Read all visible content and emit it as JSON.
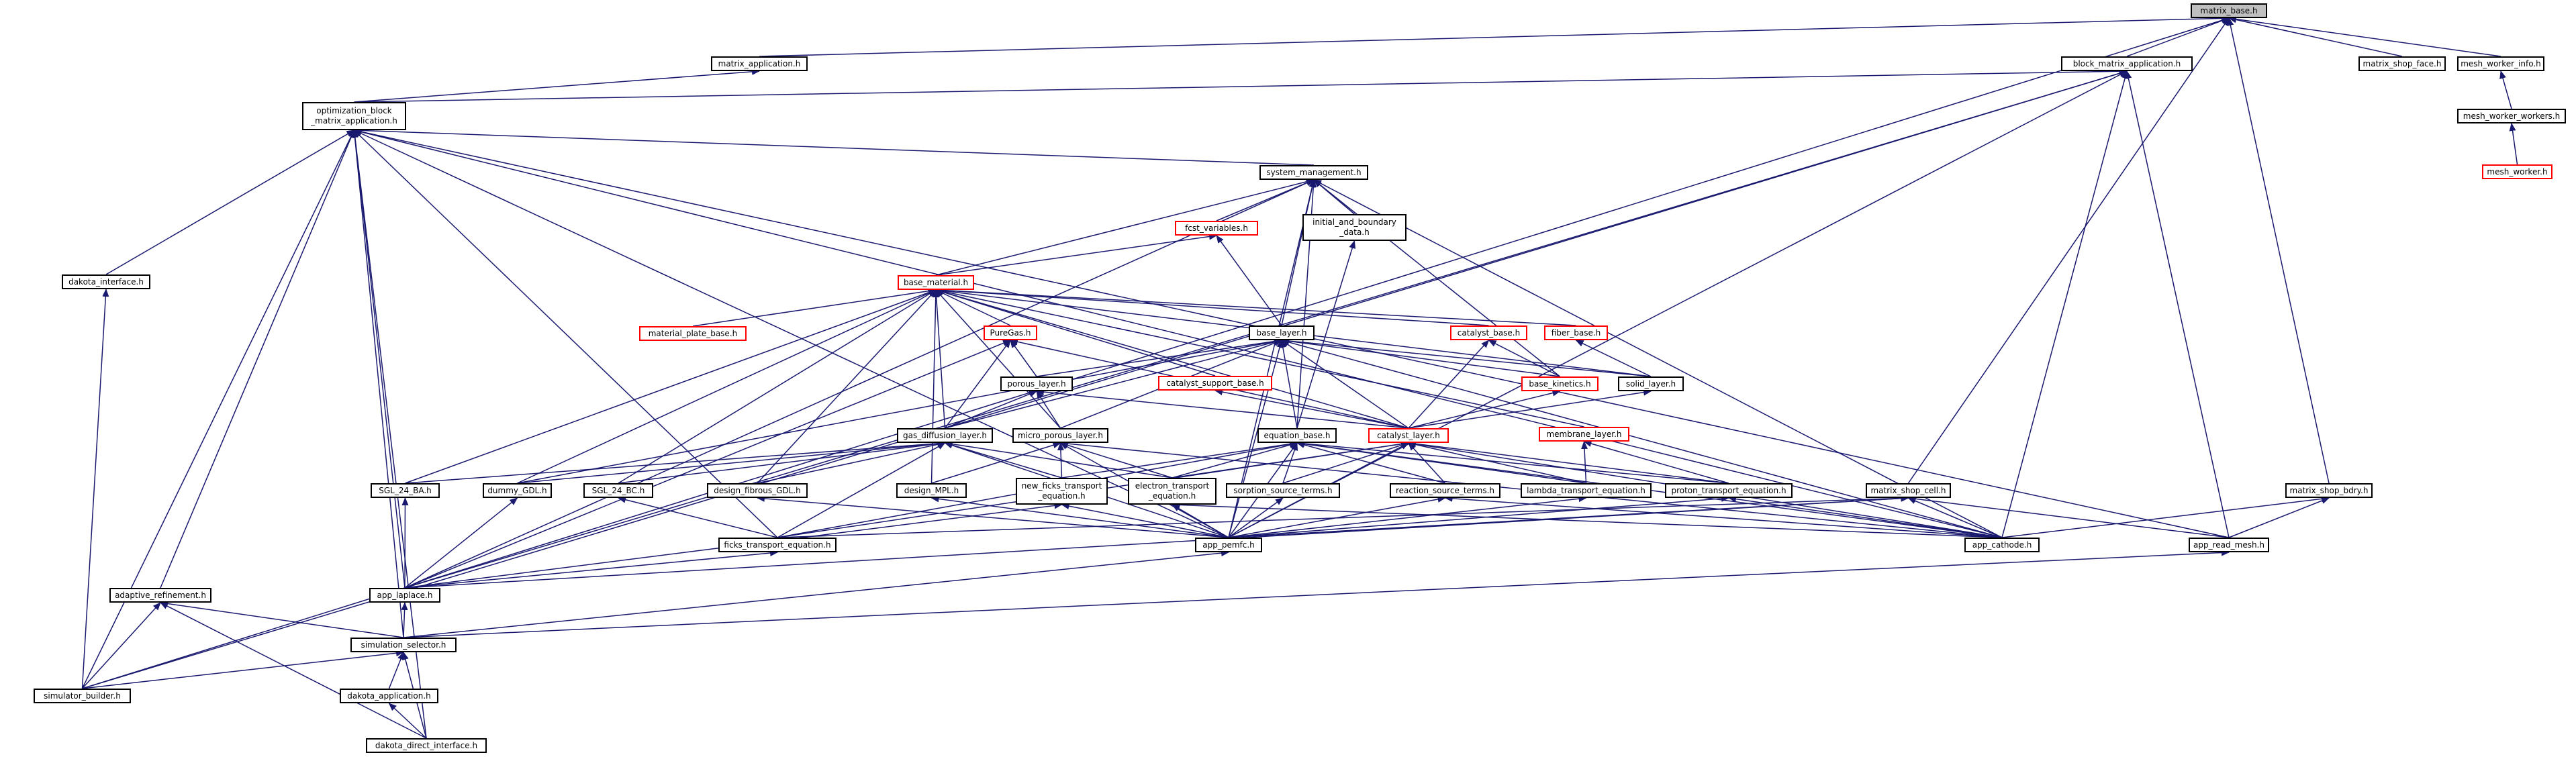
{
  "diagram": {
    "type": "include-dependency-graph",
    "colors": {
      "edge": "#191970",
      "node_border": "#000000",
      "missing_node_border": "#ff0000",
      "root_fill": "#bfbfbf",
      "background": "#ffffff"
    },
    "nodes": [
      {
        "id": "matrix_base",
        "label": "matrix_base.h",
        "style": "root"
      },
      {
        "id": "matrix_application",
        "label": "matrix_application.h"
      },
      {
        "id": "block_matrix_application",
        "label": "block_matrix_application.h"
      },
      {
        "id": "matrix_shop_face",
        "label": "matrix_shop_face.h"
      },
      {
        "id": "mesh_worker_info",
        "label": "mesh_worker_info.h"
      },
      {
        "id": "mesh_worker_workers",
        "label": "mesh_worker_workers.h"
      },
      {
        "id": "mesh_worker",
        "label": "mesh_worker.h",
        "style": "red"
      },
      {
        "id": "optimization_block",
        "label": "optimization_block\n_matrix_application.h"
      },
      {
        "id": "system_management",
        "label": "system_management.h"
      },
      {
        "id": "fcst_variables",
        "label": "fcst_variables.h",
        "style": "red"
      },
      {
        "id": "initial_and_boundary",
        "label": "initial_and_boundary\n_data.h"
      },
      {
        "id": "dakota_interface",
        "label": "dakota_interface.h"
      },
      {
        "id": "base_material",
        "label": "base_material.h",
        "style": "red"
      },
      {
        "id": "material_plate_base",
        "label": "material_plate_base.h",
        "style": "red"
      },
      {
        "id": "catalyst_base",
        "label": "catalyst_base.h",
        "style": "red"
      },
      {
        "id": "fiber_base",
        "label": "fiber_base.h",
        "style": "red"
      },
      {
        "id": "PureGas",
        "label": "PureGas.h",
        "style": "red"
      },
      {
        "id": "base_layer",
        "label": "base_layer.h"
      },
      {
        "id": "catalyst_support_base",
        "label": "catalyst_support_base.h",
        "style": "red"
      },
      {
        "id": "base_kinetics",
        "label": "base_kinetics.h",
        "style": "red"
      },
      {
        "id": "solid_layer",
        "label": "solid_layer.h"
      },
      {
        "id": "porous_layer",
        "label": "porous_layer.h"
      },
      {
        "id": "membrane_layer",
        "label": "membrane_layer.h",
        "style": "red"
      },
      {
        "id": "gas_diffusion_layer",
        "label": "gas_diffusion_layer.h"
      },
      {
        "id": "micro_porous_layer",
        "label": "micro_porous_layer.h"
      },
      {
        "id": "equation_base",
        "label": "equation_base.h"
      },
      {
        "id": "catalyst_layer",
        "label": "catalyst_layer.h",
        "style": "red"
      },
      {
        "id": "SGL_24_BA",
        "label": "SGL_24_BA.h"
      },
      {
        "id": "dummy_GDL",
        "label": "dummy_GDL.h"
      },
      {
        "id": "SGL_24_BC",
        "label": "SGL_24_BC.h"
      },
      {
        "id": "design_fibrous_GDL",
        "label": "design_fibrous_GDL.h"
      },
      {
        "id": "design_MPL",
        "label": "design_MPL.h"
      },
      {
        "id": "new_ficks_transport",
        "label": "new_ficks_transport\n_equation.h"
      },
      {
        "id": "electron_transport",
        "label": "electron_transport\n_equation.h"
      },
      {
        "id": "sorption_source_terms",
        "label": "sorption_source_terms.h"
      },
      {
        "id": "reaction_source_terms",
        "label": "reaction_source_terms.h"
      },
      {
        "id": "lambda_transport",
        "label": "lambda_transport_equation.h"
      },
      {
        "id": "proton_transport",
        "label": "proton_transport_equation.h"
      },
      {
        "id": "matrix_shop_cell",
        "label": "matrix_shop_cell.h"
      },
      {
        "id": "matrix_shop_bdry",
        "label": "matrix_shop_bdry.h"
      },
      {
        "id": "ficks_transport",
        "label": "ficks_transport_equation.h"
      },
      {
        "id": "app_pemfc",
        "label": "app_pemfc.h"
      },
      {
        "id": "app_cathode",
        "label": "app_cathode.h"
      },
      {
        "id": "app_read_mesh",
        "label": "app_read_mesh.h"
      },
      {
        "id": "adaptive_refinement",
        "label": "adaptive_refinement.h"
      },
      {
        "id": "app_laplace",
        "label": "app_laplace.h"
      },
      {
        "id": "simulation_selector",
        "label": "simulation_selector.h"
      },
      {
        "id": "simulator_builder",
        "label": "simulator_builder.h"
      },
      {
        "id": "dakota_application",
        "label": "dakota_application.h"
      },
      {
        "id": "dakota_direct_interface",
        "label": "dakota_direct_interface.h"
      }
    ],
    "edges": [
      [
        "matrix_application",
        "matrix_base"
      ],
      [
        "block_matrix_application",
        "matrix_base"
      ],
      [
        "matrix_shop_face",
        "matrix_base"
      ],
      [
        "mesh_worker_info",
        "matrix_base"
      ],
      [
        "matrix_shop_cell",
        "matrix_base"
      ],
      [
        "matrix_shop_bdry",
        "matrix_base"
      ],
      [
        "simulator_builder",
        "matrix_base"
      ],
      [
        "mesh_worker_workers",
        "mesh_worker_info"
      ],
      [
        "mesh_worker",
        "mesh_worker_workers"
      ],
      [
        "optimization_block",
        "matrix_application"
      ],
      [
        "optimization_block",
        "block_matrix_application"
      ],
      [
        "simulator_builder",
        "block_matrix_application"
      ],
      [
        "app_laplace",
        "block_matrix_application"
      ],
      [
        "app_pemfc",
        "block_matrix_application"
      ],
      [
        "app_cathode",
        "block_matrix_application"
      ],
      [
        "app_read_mesh",
        "block_matrix_application"
      ],
      [
        "dakota_interface",
        "optimization_block"
      ],
      [
        "adaptive_refinement",
        "optimization_block"
      ],
      [
        "simulator_builder",
        "optimization_block"
      ],
      [
        "simulation_selector",
        "optimization_block"
      ],
      [
        "app_laplace",
        "optimization_block"
      ],
      [
        "ficks_transport",
        "optimization_block"
      ],
      [
        "app_pemfc",
        "optimization_block"
      ],
      [
        "app_cathode",
        "optimization_block"
      ],
      [
        "app_read_mesh",
        "optimization_block"
      ],
      [
        "dakota_direct_interface",
        "optimization_block"
      ],
      [
        "system_management",
        "optimization_block"
      ],
      [
        "fcst_variables",
        "system_management"
      ],
      [
        "initial_and_boundary",
        "system_management"
      ],
      [
        "base_material",
        "system_management"
      ],
      [
        "base_layer",
        "system_management"
      ],
      [
        "base_kinetics",
        "system_management"
      ],
      [
        "equation_base",
        "system_management"
      ],
      [
        "app_pemfc",
        "system_management"
      ],
      [
        "app_cathode",
        "system_management"
      ],
      [
        "app_laplace",
        "system_management"
      ],
      [
        "simulator_builder",
        "dakota_interface"
      ],
      [
        "base_material",
        "fcst_variables"
      ],
      [
        "base_layer",
        "fcst_variables"
      ],
      [
        "equation_base",
        "initial_and_boundary"
      ],
      [
        "material_plate_base",
        "base_material"
      ],
      [
        "catalyst_base",
        "base_material"
      ],
      [
        "fiber_base",
        "base_material"
      ],
      [
        "PureGas",
        "base_material"
      ],
      [
        "catalyst_support_base",
        "base_material"
      ],
      [
        "gas_diffusion_layer",
        "base_material"
      ],
      [
        "micro_porous_layer",
        "base_material"
      ],
      [
        "SGL_24_BA",
        "base_material"
      ],
      [
        "dummy_GDL",
        "base_material"
      ],
      [
        "SGL_24_BC",
        "base_material"
      ],
      [
        "design_fibrous_GDL",
        "base_material"
      ],
      [
        "design_MPL",
        "base_material"
      ],
      [
        "catalyst_layer",
        "base_material"
      ],
      [
        "solid_layer",
        "base_material"
      ],
      [
        "membrane_layer",
        "base_material"
      ],
      [
        "base_kinetics",
        "catalyst_base"
      ],
      [
        "catalyst_layer",
        "catalyst_base"
      ],
      [
        "solid_layer",
        "fiber_base"
      ],
      [
        "porous_layer",
        "PureGas"
      ],
      [
        "gas_diffusion_layer",
        "PureGas"
      ],
      [
        "catalyst_layer",
        "PureGas"
      ],
      [
        "app_laplace",
        "PureGas"
      ],
      [
        "porous_layer",
        "base_layer"
      ],
      [
        "solid_layer",
        "base_layer"
      ],
      [
        "base_kinetics",
        "base_layer"
      ],
      [
        "gas_diffusion_layer",
        "base_layer"
      ],
      [
        "micro_porous_layer",
        "base_layer"
      ],
      [
        "equation_base",
        "base_layer"
      ],
      [
        "catalyst_layer",
        "base_layer"
      ],
      [
        "dummy_GDL",
        "base_layer"
      ],
      [
        "app_pemfc",
        "base_layer"
      ],
      [
        "app_cathode",
        "base_layer"
      ],
      [
        "catalyst_layer",
        "catalyst_support_base"
      ],
      [
        "catalyst_layer",
        "base_kinetics"
      ],
      [
        "catalyst_layer",
        "solid_layer"
      ],
      [
        "gas_diffusion_layer",
        "porous_layer"
      ],
      [
        "micro_porous_layer",
        "porous_layer"
      ],
      [
        "catalyst_layer",
        "porous_layer"
      ],
      [
        "proton_transport",
        "membrane_layer"
      ],
      [
        "lambda_transport",
        "membrane_layer"
      ],
      [
        "SGL_24_BA",
        "gas_diffusion_layer"
      ],
      [
        "dummy_GDL",
        "gas_diffusion_layer"
      ],
      [
        "SGL_24_BC",
        "gas_diffusion_layer"
      ],
      [
        "design_fibrous_GDL",
        "gas_diffusion_layer"
      ],
      [
        "new_ficks_transport",
        "gas_diffusion_layer"
      ],
      [
        "electron_transport",
        "gas_diffusion_layer"
      ],
      [
        "ficks_transport",
        "gas_diffusion_layer"
      ],
      [
        "app_pemfc",
        "gas_diffusion_layer"
      ],
      [
        "design_MPL",
        "micro_porous_layer"
      ],
      [
        "new_ficks_transport",
        "micro_porous_layer"
      ],
      [
        "electron_transport",
        "micro_porous_layer"
      ],
      [
        "app_pemfc",
        "micro_porous_layer"
      ],
      [
        "app_cathode",
        "micro_porous_layer"
      ],
      [
        "new_ficks_transport",
        "equation_base"
      ],
      [
        "electron_transport",
        "equation_base"
      ],
      [
        "sorption_source_terms",
        "equation_base"
      ],
      [
        "reaction_source_terms",
        "equation_base"
      ],
      [
        "lambda_transport",
        "equation_base"
      ],
      [
        "proton_transport",
        "equation_base"
      ],
      [
        "ficks_transport",
        "equation_base"
      ],
      [
        "app_pemfc",
        "equation_base"
      ],
      [
        "app_cathode",
        "equation_base"
      ],
      [
        "electron_transport",
        "catalyst_layer"
      ],
      [
        "sorption_source_terms",
        "catalyst_layer"
      ],
      [
        "reaction_source_terms",
        "catalyst_layer"
      ],
      [
        "lambda_transport",
        "catalyst_layer"
      ],
      [
        "proton_transport",
        "catalyst_layer"
      ],
      [
        "ficks_transport",
        "catalyst_layer"
      ],
      [
        "app_pemfc",
        "catalyst_layer"
      ],
      [
        "app_cathode",
        "catalyst_layer"
      ],
      [
        "app_laplace",
        "SGL_24_BA"
      ],
      [
        "app_laplace",
        "dummy_GDL"
      ],
      [
        "ficks_transport",
        "SGL_24_BC"
      ],
      [
        "app_pemfc",
        "design_fibrous_GDL"
      ],
      [
        "app_pemfc",
        "design_MPL"
      ],
      [
        "app_laplace",
        "new_ficks_transport"
      ],
      [
        "app_pemfc",
        "new_ficks_transport"
      ],
      [
        "app_pemfc",
        "electron_transport"
      ],
      [
        "app_cathode",
        "electron_transport"
      ],
      [
        "app_pemfc",
        "sorption_source_terms"
      ],
      [
        "app_pemfc",
        "reaction_source_terms"
      ],
      [
        "app_cathode",
        "reaction_source_terms"
      ],
      [
        "app_pemfc",
        "lambda_transport"
      ],
      [
        "app_pemfc",
        "proton_transport"
      ],
      [
        "app_cathode",
        "proton_transport"
      ],
      [
        "app_pemfc",
        "matrix_shop_cell"
      ],
      [
        "app_cathode",
        "matrix_shop_cell"
      ],
      [
        "ficks_transport",
        "matrix_shop_cell"
      ],
      [
        "app_laplace",
        "matrix_shop_cell"
      ],
      [
        "app_read_mesh",
        "matrix_shop_cell"
      ],
      [
        "app_cathode",
        "matrix_shop_bdry"
      ],
      [
        "app_read_mesh",
        "matrix_shop_bdry"
      ],
      [
        "app_laplace",
        "ficks_transport"
      ],
      [
        "simulation_selector",
        "app_pemfc"
      ],
      [
        "simulation_selector",
        "app_read_mesh"
      ],
      [
        "simulation_selector",
        "app_laplace"
      ],
      [
        "simulation_selector",
        "adaptive_refinement"
      ],
      [
        "simulator_builder",
        "adaptive_refinement"
      ],
      [
        "dakota_direct_interface",
        "adaptive_refinement"
      ],
      [
        "simulator_builder",
        "simulation_selector"
      ],
      [
        "dakota_application",
        "simulation_selector"
      ],
      [
        "dakota_direct_interface",
        "simulation_selector"
      ],
      [
        "dakota_direct_interface",
        "dakota_application"
      ]
    ]
  }
}
